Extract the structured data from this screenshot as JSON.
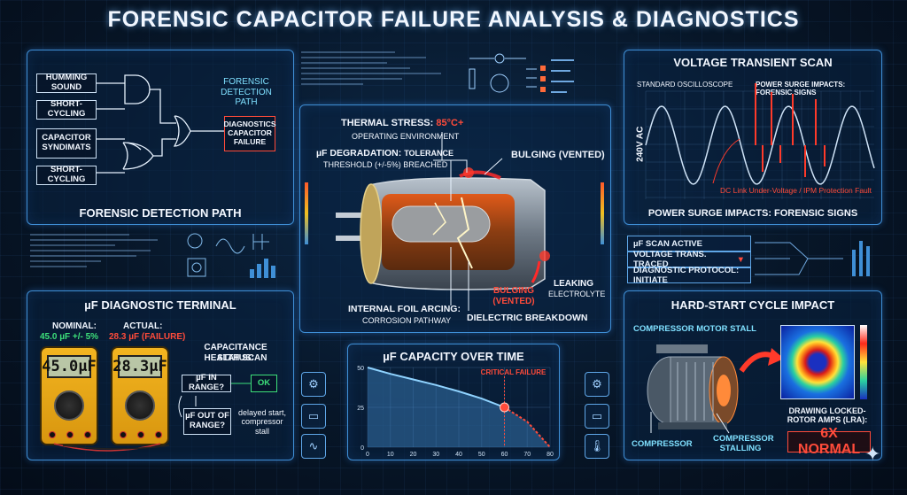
{
  "title": "FORENSIC CAPACITOR FAILURE ANALYSIS & DIAGNOSTICS",
  "detection": {
    "heading": "FORENSIC DETECTION PATH",
    "side_label": "FORENSIC DETECTION PATH",
    "inputs": [
      "HUMMING SOUND",
      "SHORT-CYCLING",
      "CAPACITOR SYNDIMATS",
      "SHORT-CYCLING"
    ],
    "output": "DIAGNOSTICS CAPACITOR FAILURE"
  },
  "capacitor": {
    "thermal_stress_label": "THERMAL STRESS:",
    "thermal_stress_value": "85°C+",
    "operating_env": "OPERATING ENVIRONMENT",
    "degradation_label": "µF DEGRADATION:",
    "degradation_tail": "TOLERANCE",
    "degradation_line2": "THRESHOLD (+/-5%) BREACHED",
    "bulging_top": "BULGING (VENTED)",
    "bulging_bottom": "BULGING (VENTED)",
    "leaking": "LEAKING",
    "electrolyte": "ELECTROLYTE",
    "foil_arcing": "INTERNAL FOIL ARCING:",
    "corrosion": "CORROSION PATHWAY",
    "dielectric": "DIELECTRIC BREAKDOWN"
  },
  "voltage_scan": {
    "heading": "VOLTAGE TRANSIENT SCAN",
    "scope_label": "STANDARD OSCILLOSCOPE",
    "surge_label": "POWER SURGE IMPACTS: FORENSIC SIGNS",
    "axis_label": "240V AC",
    "fault_label": "DC Link Under-Voltage / IPM Protection Fault",
    "footer": "POWER SURGE IMPACTS: FORENSIC SIGNS"
  },
  "scan_status": {
    "line1": "µF SCAN ACTIVE",
    "line2": "VOLTAGE TRANS. TRACED",
    "line3": "DIAGNOSTIC PROTOCOL: INITIATE"
  },
  "terminal": {
    "heading": "µF DIAGNOSTIC TERMINAL",
    "nominal_label": "NOMINAL:",
    "nominal_value": "45.0 µF +/- 5%",
    "actual_label": "ACTUAL:",
    "actual_value": "28.3 µF (FAILURE)",
    "meter1": "45.0µF",
    "meter2": "28.3µF",
    "status_title": "CAPACITANCE STATUS:",
    "status_sub": "HEALTH SCAN",
    "in_range": "µF IN RANGE?",
    "ok": "OK",
    "out_of_range": "µF OUT OF RANGE?",
    "consequence": "delayed start, compressor stall"
  },
  "capacity_chart": {
    "heading": "µF CAPACITY OVER TIME",
    "critical_label": "CRITICAL FAILURE"
  },
  "chart_data": {
    "type": "line",
    "title": "µF CAPACITY OVER TIME",
    "x": [
      0,
      10,
      20,
      30,
      40,
      50,
      60,
      70,
      80
    ],
    "y": [
      50,
      46,
      42.5,
      39,
      35,
      30.5,
      25,
      16,
      0
    ],
    "xticks": [
      "0",
      "10",
      "20",
      "30",
      "40",
      "50",
      "60",
      "70",
      "80"
    ],
    "yticks": [
      "0",
      "25",
      "50"
    ],
    "xlim": [
      0,
      80
    ],
    "ylim": [
      0,
      50
    ],
    "annotation": {
      "label": "CRITICAL FAILURE",
      "x": 60,
      "y": 25
    },
    "grid": true,
    "colors": {
      "line": "#8fd3ff",
      "fill": "#3f86c4",
      "critical": "#ff4b3a"
    }
  },
  "hard_start": {
    "heading": "HARD-START CYCLE IMPACT",
    "motor_stall": "COMPRESSOR MOTOR STALL",
    "compressor": "COMPRESSOR",
    "stalling": "COMPRESSOR STALLING",
    "drawing": "DRAWING LOCKED-ROTOR AMPS (LRA):",
    "multiplier": "6X NORMAL"
  },
  "colors": {
    "accent": "#3f8fd6",
    "alert": "#ff4b3a",
    "ok": "#3de07a",
    "meter": "#f3b520"
  }
}
